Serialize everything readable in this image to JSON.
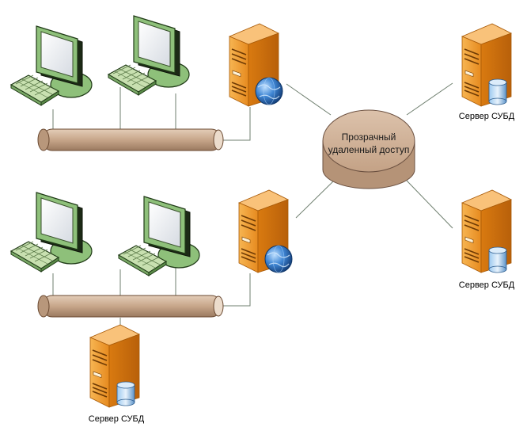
{
  "hub": {
    "line1": "Прозрачный",
    "line2": "удаленный доступ"
  },
  "db_labels": {
    "right_top": "Сервер СУБД",
    "right_bottom": "Сервер СУБД",
    "bottom_left": "Сервер СУБД"
  },
  "colors": {
    "cable": "#c7a68a",
    "cable_stroke": "#6b4a32",
    "hub": "#c8a88c",
    "hub_stroke": "#6b5040",
    "server": "#f2a036",
    "server_dark": "#c46f10",
    "monitor_green": "#8ec07a",
    "monitor_dark": "#1f3a16",
    "keyboard": "#c8e0b0",
    "globe": "#3d7fcb",
    "db": "#6aa6e0",
    "line": "#6f7f6f"
  },
  "icons": [
    "monitor-icon",
    "keyboard-icon",
    "server-icon",
    "globe-icon",
    "database-icon"
  ]
}
